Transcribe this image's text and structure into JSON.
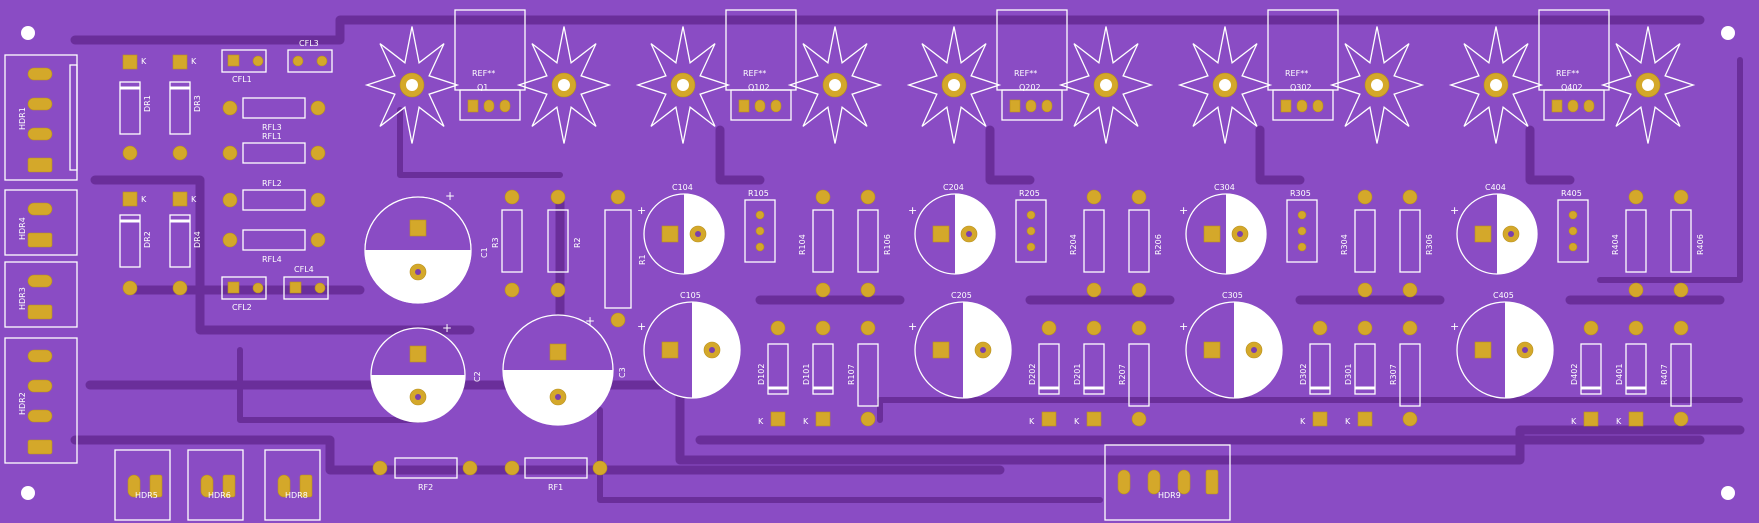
{
  "board": {
    "colors": {
      "substrate": "#8a4cc4",
      "trace": "#6a2e9a",
      "pad": "#d4a82a",
      "silk": "#ffffff",
      "mount_hole": "#ffffff"
    }
  },
  "labels": {
    "hdr1": "HDR1",
    "hdr4": "HDR4",
    "hdr3": "HDR3",
    "hdr2": "HDR2",
    "hdr5": "HDR5",
    "hdr6": "HDR6",
    "hdr8": "HDR8",
    "hdr9": "HDR9",
    "dr1": "DR1",
    "dr2": "DR2",
    "dr3": "DR3",
    "dr4": "DR4",
    "cfl1": "CFL1",
    "cfl2": "CFL2",
    "cfl3": "CFL3",
    "cfl4": "CFL4",
    "rfl1": "RFL1",
    "rfl2": "RFL2",
    "rfl3": "RFL3",
    "rfl4": "RFL4",
    "c1": "C1",
    "c2": "C2",
    "c3": "C3",
    "r1": "R1",
    "r2": "R2",
    "r3": "R3",
    "rf1": "RF1",
    "rf2": "RF2",
    "k": "K",
    "ref": "REF**",
    "q1": "Q1",
    "q102": "Q102",
    "q202": "Q202",
    "q302": "Q302",
    "q402": "Q402",
    "c104": "C104",
    "c105": "C105",
    "c204": "C204",
    "c205": "C205",
    "c304": "C304",
    "c305": "C305",
    "c404": "C404",
    "c405": "C405",
    "r105": "R105",
    "r205": "R205",
    "r305": "R305",
    "r405": "R405",
    "r104": "R104",
    "r106": "R106",
    "r204": "R204",
    "r206": "R206",
    "r304": "R304",
    "r306": "R306",
    "r404": "R404",
    "r406": "R406",
    "d102": "D102",
    "d101": "D101",
    "r107": "R107",
    "d202": "D202",
    "d201": "D201",
    "r207": "R207",
    "d302": "D302",
    "d301": "D301",
    "r307": "R307",
    "d402": "D402",
    "d401": "D401",
    "r407": "R407"
  }
}
